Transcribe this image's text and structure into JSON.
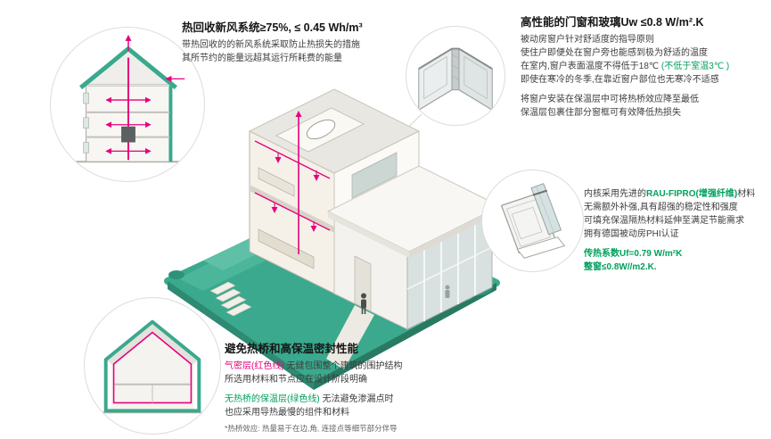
{
  "colors": {
    "teal": "#3aa98d",
    "pink": "#e6007e",
    "green": "#00a05c"
  },
  "ventilation": {
    "title": "热回收新风系统≥75%, ≤ 0.45 Wh/m³",
    "body1": "带热回收的的新风系统采取防止热损失的措施",
    "body2": "其所节约的能量远超其运行所耗费的能量"
  },
  "windows": {
    "title": "高性能的门窗和玻璃Uw ≤0.8 W/m².K",
    "line1": "被动房窗户针对舒适度的指导原则",
    "line2": "使住户即便处在窗户旁也能感到极为舒适的温度",
    "line3_pre": "在室内,窗户表面温度不得低于18℃ ",
    "line3_green": "(不低于室温3℃ )",
    "line4": "即使在寒冷的冬季,在靠近窗户部位也无寒冷不适感",
    "line5": "将窗户安装在保温层中可将热桥效应降至最低",
    "line6": "保温层包裹住部分窗框可有效降低热损失"
  },
  "profile": {
    "line1_pre": "内核采用先进的",
    "line1_green": "RAU-FIPRO(增强纤维)",
    "line1_post": "材料",
    "line2": "无需额外补强,具有超强的稳定性和强度",
    "line3": "可填充保温隔热材料延伸至满足节能需求",
    "line4": "拥有德国被动房PHI认证",
    "line5": "传热系数Uf=0.79 W/m²K",
    "line6": "整窗≤0.8W//m2.K."
  },
  "thermal": {
    "title": "避免热桥和高保温密封性能",
    "line1_pink": "气密层(红色线)",
    "line1_rest": " 无缝包围整个建筑的围护结构",
    "line2": "所选用材料和节点应在设计阶段明确",
    "line3_green": "无热桥的保温层(绿色线)",
    "line3_rest": " 无法避免渗漏点时",
    "line4": "也应采用导热最慢的组件和材料",
    "footnote": "*热桥效应: 热量易于在边,角, 连接点等细节部分伴导"
  }
}
